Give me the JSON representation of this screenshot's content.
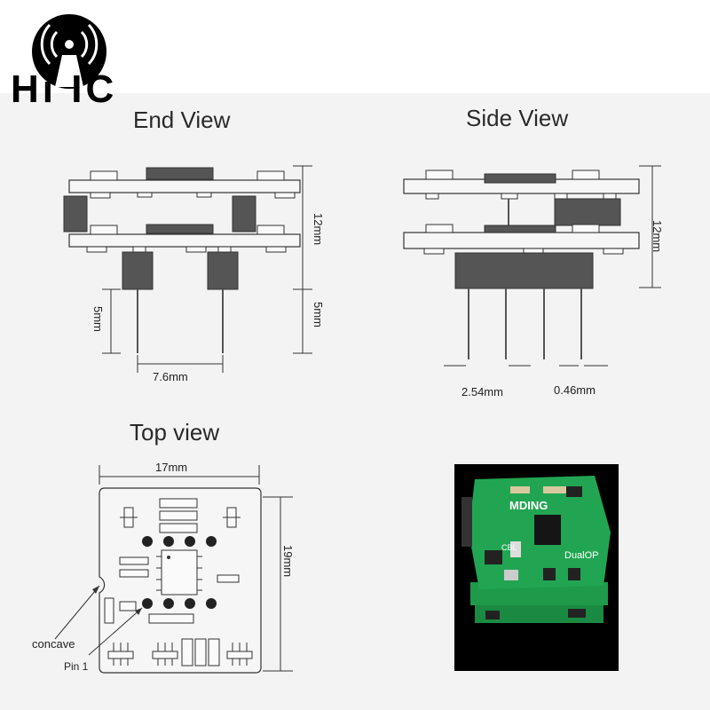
{
  "logo": {
    "text": "Hi IC",
    "icon": "antenna-signal-icon"
  },
  "end_view": {
    "title": "End View",
    "dim_height": "12mm",
    "dim_pin": "5mm",
    "dim_pin_left": "5mm",
    "dim_spacing": "7.6mm"
  },
  "side_view": {
    "title": "Side View",
    "dim_height": "12mm",
    "dim_pitch": "2.54mm",
    "dim_pin_width": "0.46mm"
  },
  "top_view": {
    "title": "Top view",
    "dim_width": "17mm",
    "dim_height": "19mm",
    "label_concave": "concave",
    "label_pin1": "Pin 1"
  },
  "photo": {
    "silk_brand": "MDING",
    "silk_model": "DualOP",
    "silk_cbl": "CBL"
  },
  "colors": {
    "pcb": "#1e9a4a",
    "chip": "#555555",
    "line": "#333333"
  }
}
